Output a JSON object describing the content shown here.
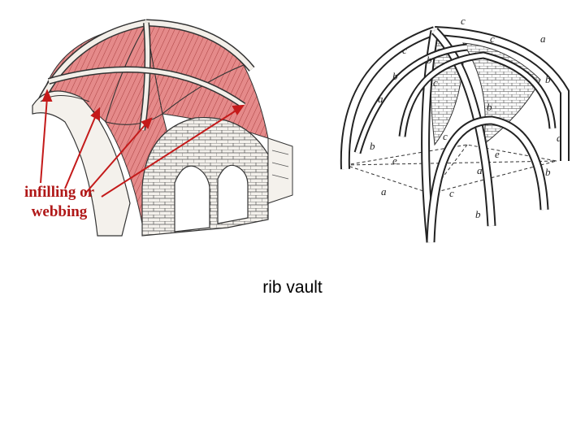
{
  "callout": {
    "line1": "infilling or",
    "line2": "webbing"
  },
  "caption": "rib vault",
  "diagram_letters": {
    "crown": "c",
    "rib_a": "a",
    "rib_b": "b",
    "rib_c": "c",
    "rib_e": "e"
  },
  "colors": {
    "webbing_fill": "#e58a8a",
    "callout_text": "#b01818",
    "arrow": "#c41a1a",
    "ink": "#222222"
  },
  "icons": {
    "left": "vault-webbing-illustration",
    "right": "rib-vault-line-drawing"
  }
}
